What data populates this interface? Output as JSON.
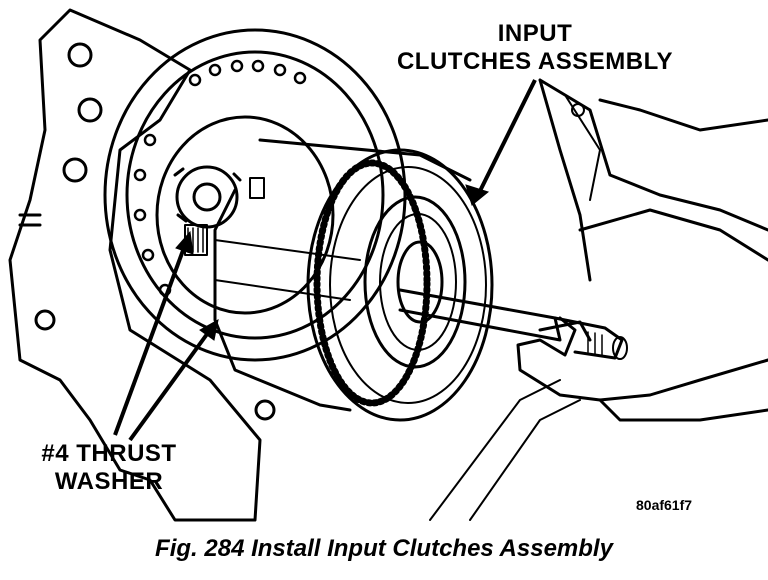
{
  "figure": {
    "callouts": {
      "input_line1": "INPUT",
      "input_line2": "CLUTCHES ASSEMBLY",
      "washer_line1": "#4 THRUST",
      "washer_line2": "WASHER"
    },
    "reference_code": "80af61f7",
    "caption": "Fig. 284 Install Input Clutches Assembly"
  }
}
